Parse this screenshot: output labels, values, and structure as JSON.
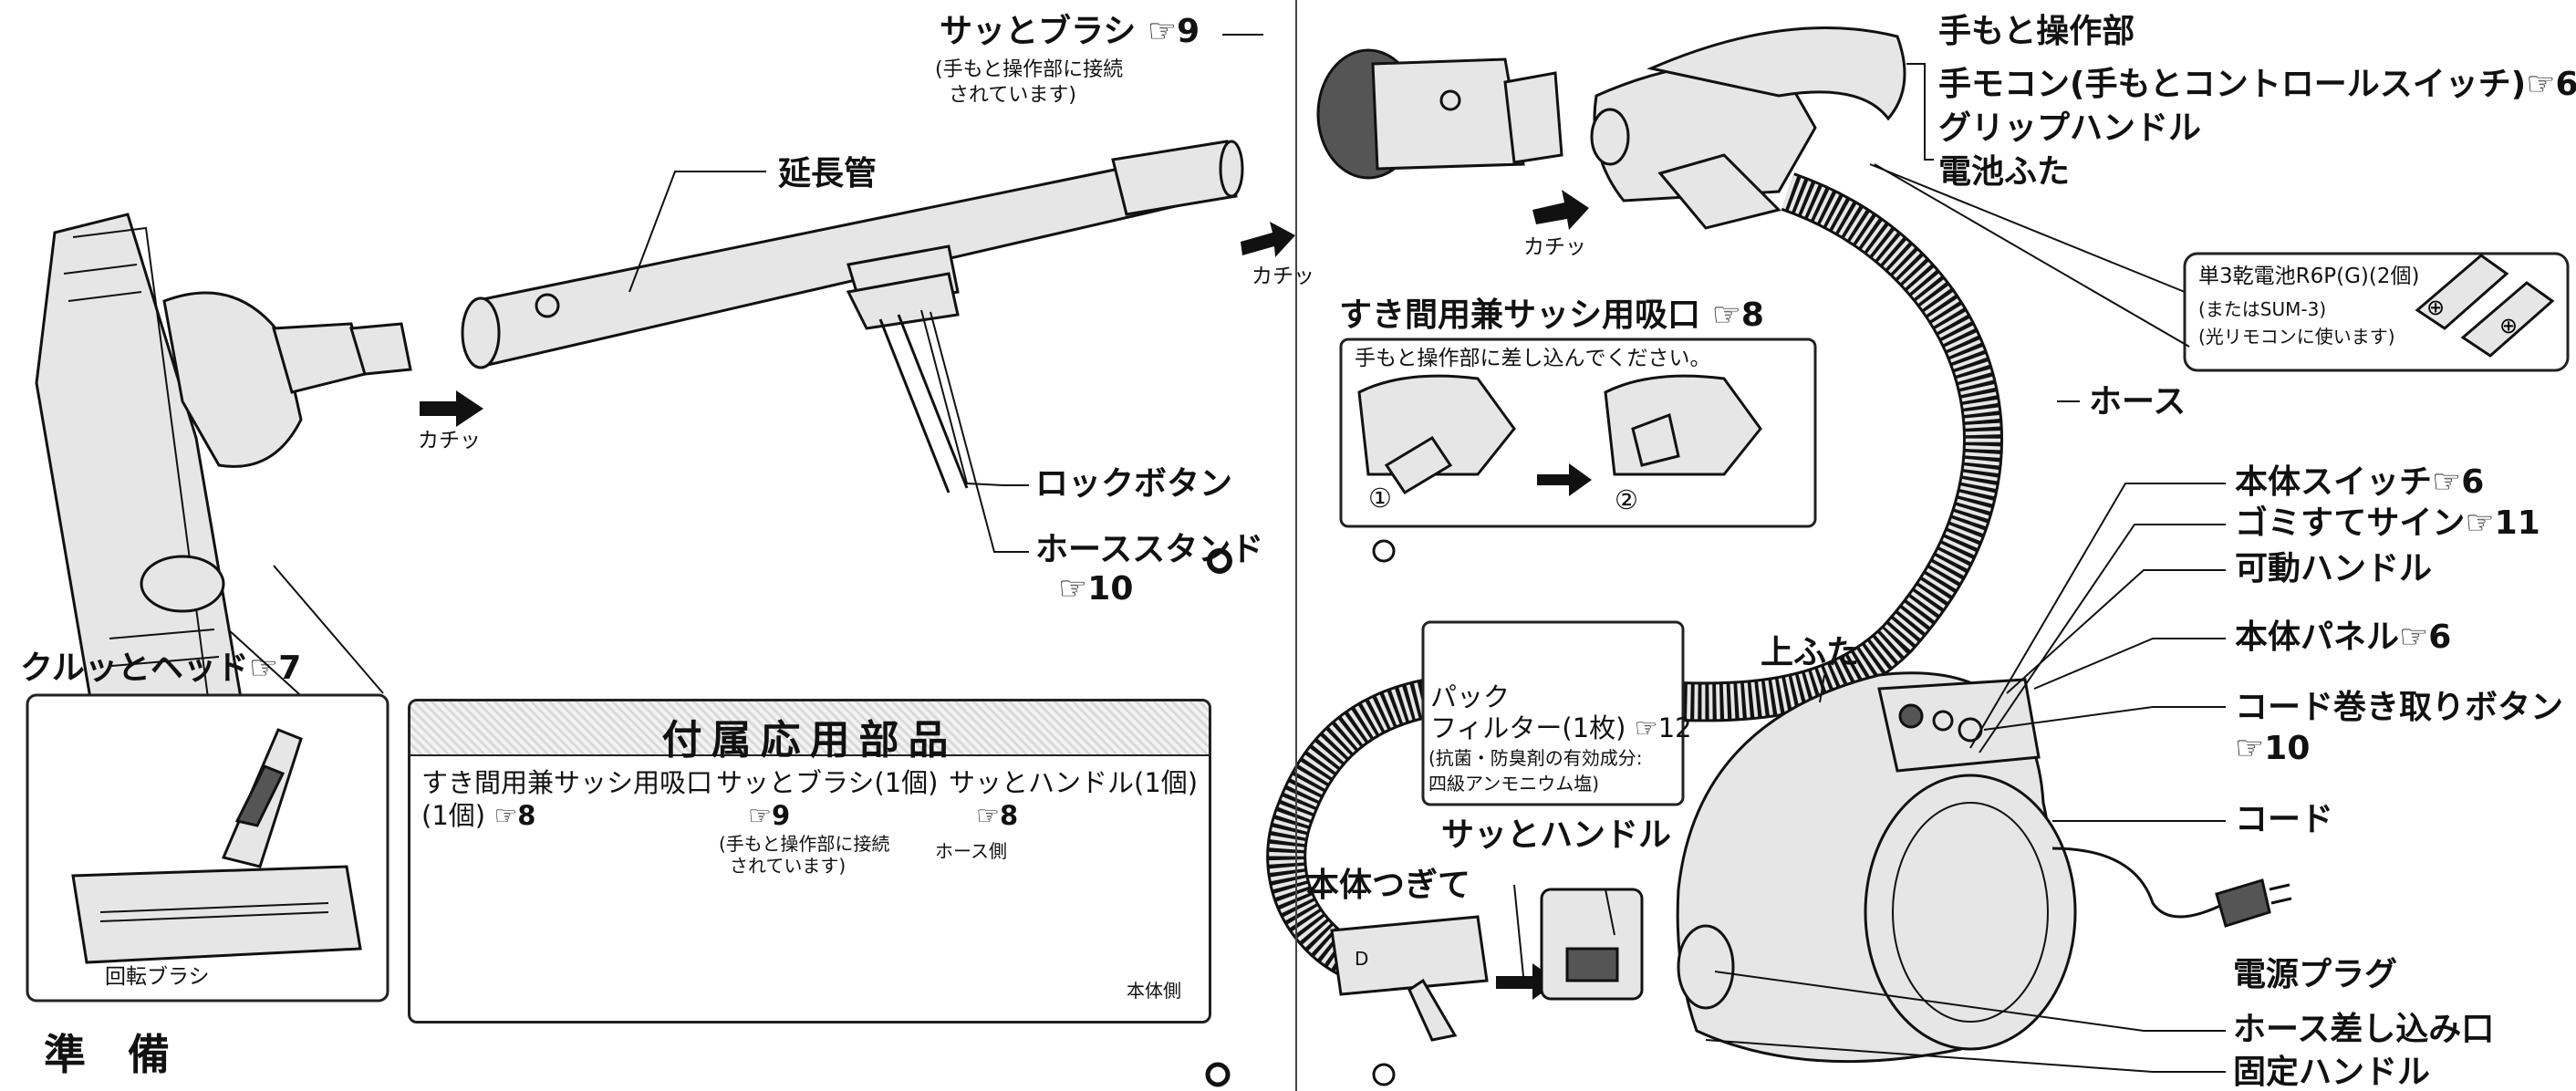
{
  "left_page": {
    "labels": {
      "enchoukan": "延長管",
      "sattoburashi_title": "サッとブラシ",
      "sattoburashi_ref": "☞9",
      "sattoburashi_note1": "(手もと操作部に接続",
      "sattoburashi_note2": "されています)",
      "lock_button": "ロックボタン",
      "hose_stand": "ホーススタンド",
      "hose_stand_ref": "☞10",
      "click1": "カチッ",
      "click2": "カチッ",
      "kuruttohead": "クルッとヘッド",
      "kuruttohead_ref": "☞7",
      "kaiten_brush": "回転ブラシ",
      "section_title": "準　備"
    },
    "accessories": {
      "title": "付属応用部品",
      "item1_name": "すき間用兼サッシ用吸口",
      "item1_qty": "(1個)",
      "item1_ref": "☞8",
      "item2_name": "サッとブラシ(1個)",
      "item2_ref": "☞9",
      "item2_note1": "(手もと操作部に接続",
      "item2_note2": "されています)",
      "item3_name": "サッとハンドル(1個)",
      "item3_ref": "☞8",
      "item3_hose_side": "ホース側",
      "item3_body_side": "本体側"
    }
  },
  "right_page": {
    "labels": {
      "temoto_sousabu": "手もと操作部",
      "temokon": "手モコン(手もとコントロールスイッチ)",
      "temokon_ref": "☞6",
      "grip_handle": "グリップハンドル",
      "denchi_futa": "電池ふた",
      "battery_title": "単3乾電池R6P(G)(2個)",
      "battery_note1": "(またはSUM-3)",
      "battery_note2": "(光リモコンに使います)",
      "click3": "カチッ",
      "sukima_title": "すき間用兼サッシ用吸口",
      "sukima_ref": "☞8",
      "sukima_instruction": "手もと操作部に差し込んでください。",
      "step1": "①",
      "step2": "②",
      "hose": "ホース",
      "honntai_switch": "本体スイッチ",
      "honntai_switch_ref": "☞6",
      "gomi_sign": "ゴミすてサイン",
      "gomi_sign_ref": "☞11",
      "kadou_handle": "可動ハンドル",
      "honntai_panel": "本体パネル",
      "honntai_panel_ref": "☞6",
      "code_button": "コード巻き取りボタン",
      "code_button_ref": "☞10",
      "code": "コード",
      "uwafuta": "上ふた",
      "pack_filter1": "パック",
      "pack_filter2": "フィルター(1枚)",
      "pack_filter_ref": "☞12",
      "pack_note1": "(抗菌・防臭剤の有効成分:",
      "pack_note2": "四級アンモニウム塩)",
      "satto_handle": "サッとハンドル",
      "honntai_tsugite": "本体つぎて",
      "dengen_plug": "電源プラグ",
      "hose_sashikomi": "ホース差し込み口",
      "kotei_handle": "固定ハンドル",
      "pin": "D"
    }
  }
}
